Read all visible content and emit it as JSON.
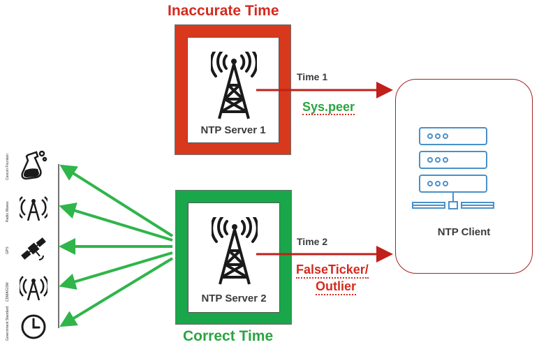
{
  "colors": {
    "inaccurate_frame": "#d8391d",
    "correct_frame": "#1aa64a",
    "arrow_red": "#c0201a",
    "arrow_green": "#2fb54a",
    "client_border": "#a32020",
    "server_icon": "#4a90c8"
  },
  "labels": {
    "inaccurate_title": "Inaccurate Time",
    "correct_title": "Correct Time",
    "server1": "NTP Server 1",
    "server2": "NTP Server 2",
    "time1": "Time 1",
    "time2": "Time 2",
    "sys_peer": "Sys.peer",
    "false_ticker_line1": "FalseTicker/",
    "false_ticker_line2": "Outlier",
    "client": "NTP Client"
  },
  "sources": [
    {
      "label": "Cesium Fountain",
      "icon": "flask-icon"
    },
    {
      "label": "Radio Waves",
      "icon": "radio-tower-icon"
    },
    {
      "label": "GPS",
      "icon": "satellite-icon"
    },
    {
      "label": "CDMA/GSM",
      "icon": "cell-tower-icon"
    },
    {
      "label": "Government Standard",
      "icon": "clock-icon"
    }
  ],
  "icons": {
    "server_tower": "radio-tower-icon",
    "client": "server-rack-icon"
  }
}
